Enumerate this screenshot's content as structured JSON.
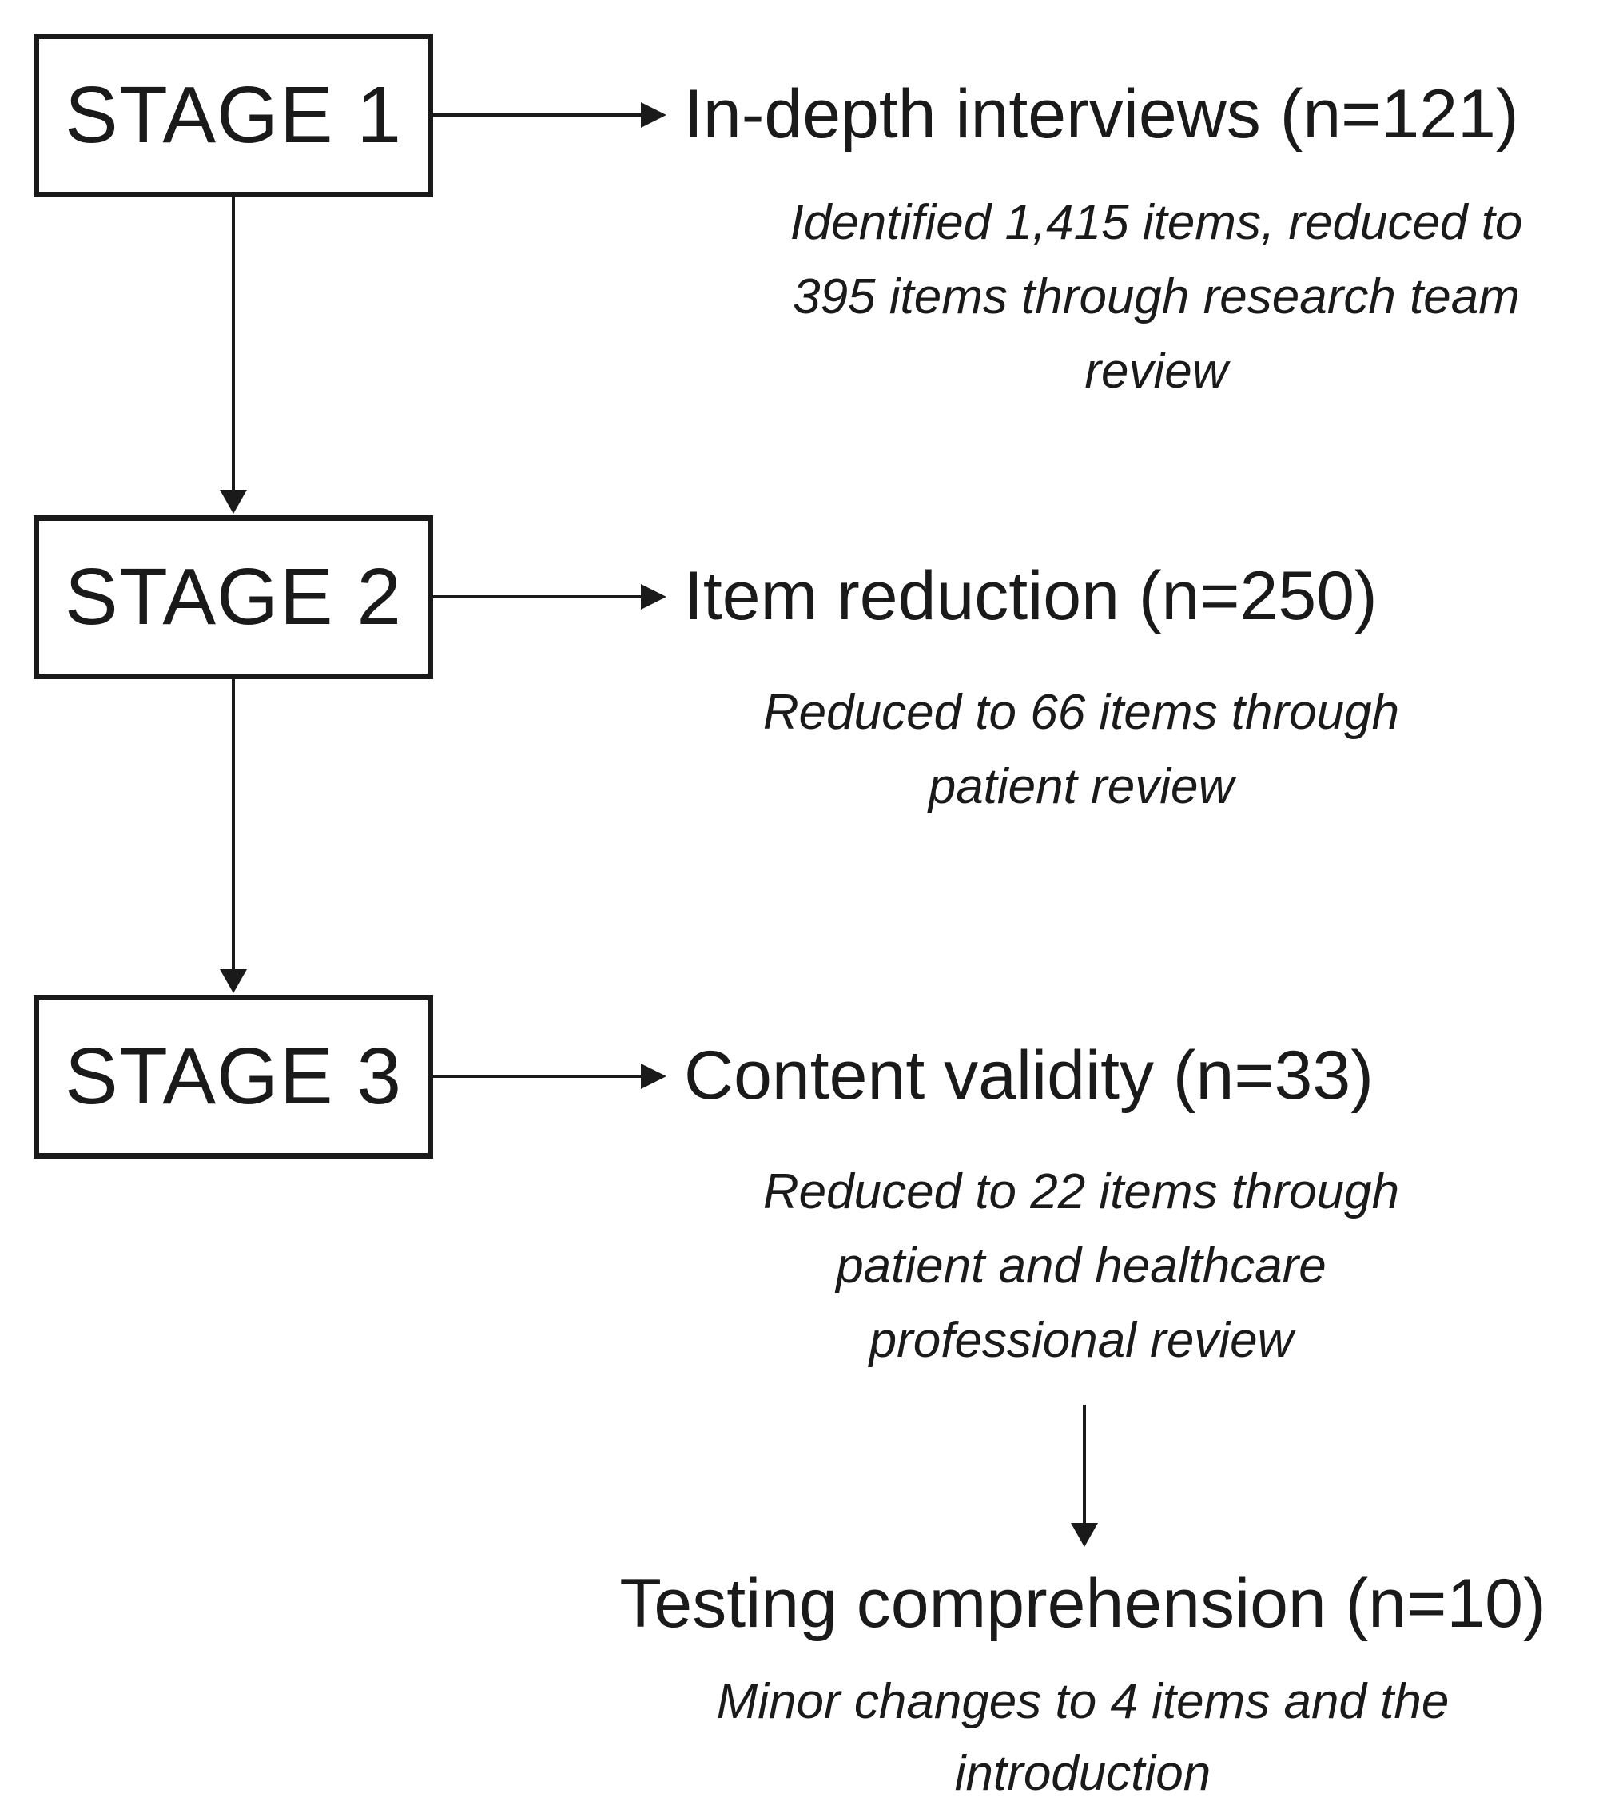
{
  "figure": {
    "stages": [
      {
        "box_label": "STAGE 1",
        "heading": "In-depth interviews (n=121)",
        "note": "Identified 1,415 items, reduced to\n395 items through research team\nreview"
      },
      {
        "box_label": "STAGE 2",
        "heading": "Item reduction (n=250)",
        "note": "Reduced to 66 items through\npatient review"
      },
      {
        "box_label": "STAGE 3",
        "heading": "Content validity (n=33)",
        "note": "Reduced to 22 items through\npatient and healthcare\nprofessional review"
      }
    ],
    "final": {
      "heading": "Testing comprehension (n=10)",
      "note": "Minor changes to 4 items and the\nintroduction"
    },
    "colors": {
      "ink": "#1a1a1a",
      "background": "#ffffff"
    }
  }
}
